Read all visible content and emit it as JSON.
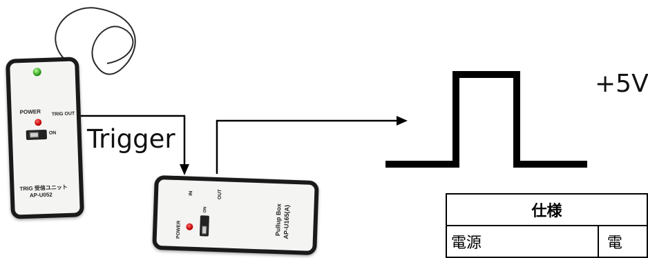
{
  "diagram": {
    "trigger_label": "Trigger",
    "voltage_label": "+5V"
  },
  "trig_unit": {
    "power_label": "POWER",
    "trig_out_label": "TRIG OUT",
    "on_label": "ON",
    "name_line1": "TRIG 受信ユニット",
    "name_line2": "AP-U052"
  },
  "pullup_box": {
    "in_label": "IN",
    "out_label": "OUT",
    "power_label": "POWER",
    "on_label": "ON",
    "name_line1": "Pullup Box",
    "name_line2": "AP-U165(A)"
  },
  "spec_table": {
    "header": "仕様",
    "row1_label": "電源",
    "row1_value": "電"
  }
}
